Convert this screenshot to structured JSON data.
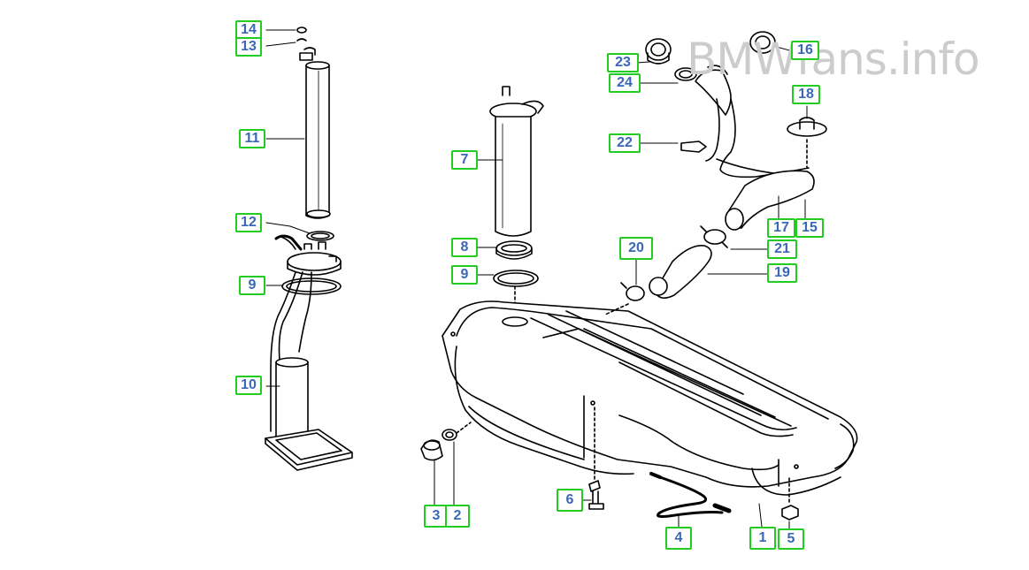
{
  "watermark": "BMWfans.info",
  "callouts": {
    "c14": "14",
    "c13": "13",
    "c11": "11",
    "c12": "12",
    "c9a": "9",
    "c10": "10",
    "c7": "7",
    "c8": "8",
    "c9b": "9",
    "c23": "23",
    "c24": "24",
    "c22": "22",
    "c16": "16",
    "c18": "18",
    "c17": "17",
    "c15": "15",
    "c21": "21",
    "c19": "19",
    "c20": "20",
    "c3": "3",
    "c2": "2",
    "c6": "6",
    "c4": "4",
    "c1": "1",
    "c5": "5"
  },
  "colors": {
    "callout_border": "#22cc22",
    "callout_text": "#3a68b8",
    "line": "#000000"
  }
}
